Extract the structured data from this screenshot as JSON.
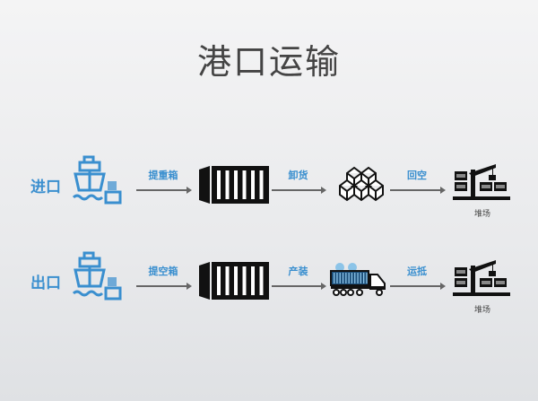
{
  "title": "港口运输",
  "rows": [
    {
      "label": "进口",
      "steps": [
        "提重箱",
        "卸货",
        "回空"
      ],
      "destination": "堆场"
    },
    {
      "label": "出口",
      "steps": [
        "提空箱",
        "产装",
        "运抵"
      ],
      "destination": "堆场"
    }
  ],
  "colors": {
    "accent": "#3a8fcf",
    "icon": "#111111",
    "arrow": "#666666"
  }
}
